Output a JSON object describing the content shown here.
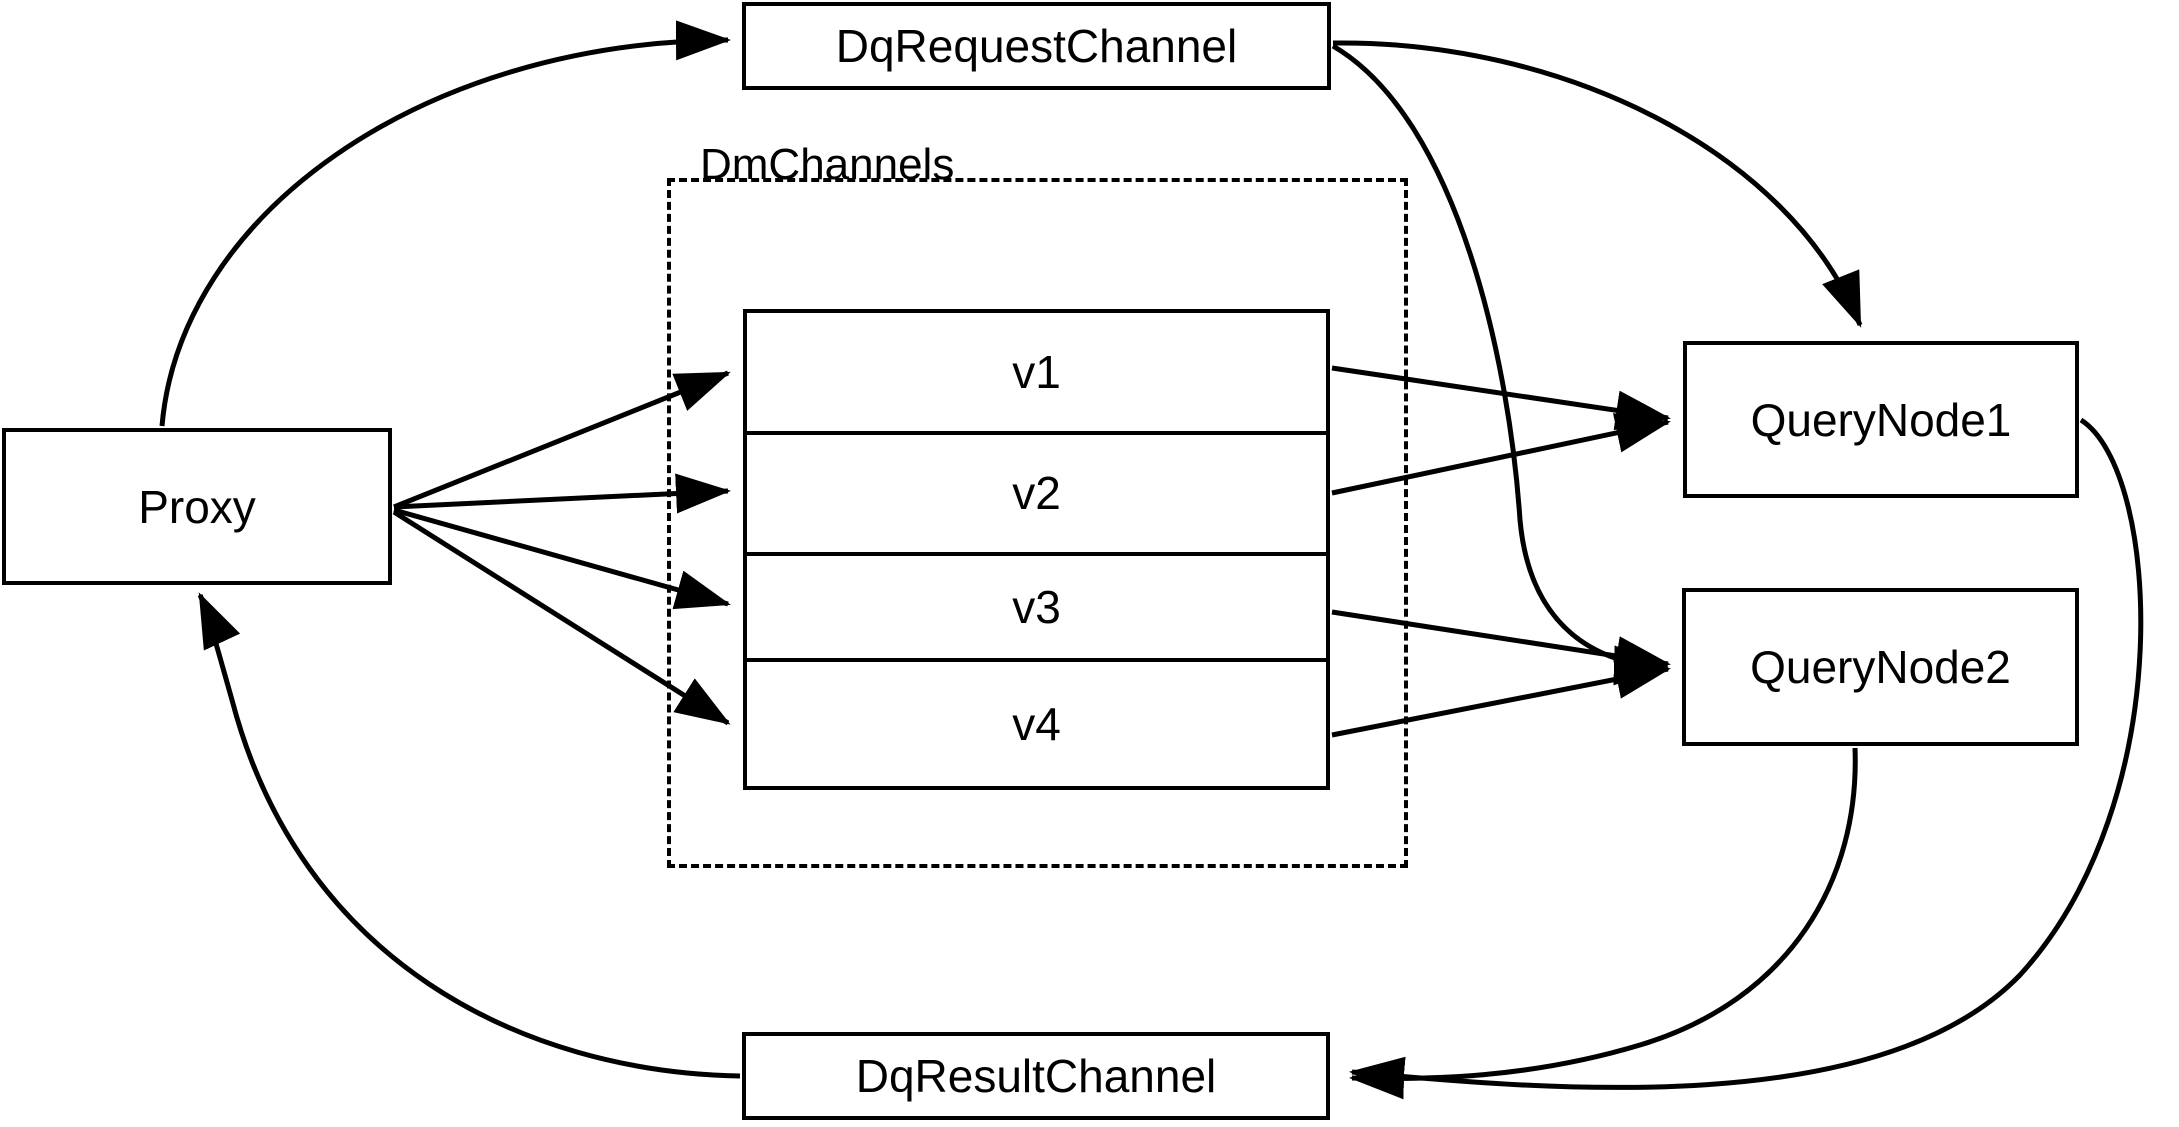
{
  "diagram": {
    "title": "Milvus distributed query channel flow",
    "background_color": "#ffffff",
    "line_color": "#000000"
  },
  "nodes": {
    "proxy": {
      "label": "Proxy"
    },
    "dq_request_channel": {
      "label": "DqRequestChannel"
    },
    "dq_result_channel": {
      "label": "DqResultChannel"
    },
    "query_node_1": {
      "label": "QueryNode1"
    },
    "query_node_2": {
      "label": "QueryNode2"
    }
  },
  "groups": {
    "dm_channels": {
      "label": "DmChannels",
      "style": "dashed",
      "channels": [
        {
          "label": "v1"
        },
        {
          "label": "v2"
        },
        {
          "label": "v3"
        },
        {
          "label": "v4"
        }
      ]
    }
  },
  "edges": [
    {
      "from": "proxy",
      "to": "dq_request_channel",
      "style": "curved",
      "arrow": "end"
    },
    {
      "from": "proxy",
      "to": "v1",
      "style": "straight",
      "arrow": "end"
    },
    {
      "from": "proxy",
      "to": "v2",
      "style": "straight",
      "arrow": "end"
    },
    {
      "from": "proxy",
      "to": "v3",
      "style": "straight",
      "arrow": "end"
    },
    {
      "from": "proxy",
      "to": "v4",
      "style": "straight",
      "arrow": "end"
    },
    {
      "from": "dq_request_channel",
      "to": "query_node_1",
      "style": "curved",
      "arrow": "end"
    },
    {
      "from": "dq_request_channel",
      "to": "query_node_2",
      "style": "curved",
      "arrow": "end"
    },
    {
      "from": "v1",
      "to": "query_node_1",
      "style": "straight",
      "arrow": "end"
    },
    {
      "from": "v2",
      "to": "query_node_1",
      "style": "straight",
      "arrow": "end"
    },
    {
      "from": "v3",
      "to": "query_node_2",
      "style": "straight",
      "arrow": "end"
    },
    {
      "from": "v4",
      "to": "query_node_2",
      "style": "straight",
      "arrow": "end"
    },
    {
      "from": "query_node_1",
      "to": "dq_result_channel",
      "style": "curved",
      "arrow": "end"
    },
    {
      "from": "query_node_2",
      "to": "dq_result_channel",
      "style": "curved",
      "arrow": "end"
    },
    {
      "from": "dq_result_channel",
      "to": "proxy",
      "style": "curved",
      "arrow": "end"
    }
  ]
}
